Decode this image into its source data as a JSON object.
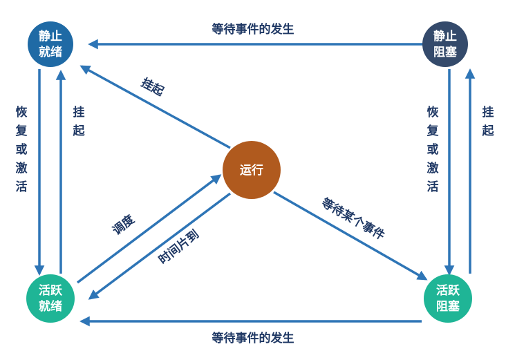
{
  "nodes": {
    "static_ready": {
      "line1": "静止",
      "line2": "就绪",
      "color": "#1f6aa5"
    },
    "static_blocked": {
      "line1": "静止",
      "line2": "阻塞",
      "color": "#344a6b"
    },
    "running": {
      "label": "运行",
      "color": "#b05a1e"
    },
    "active_ready": {
      "line1": "活跃",
      "line2": "就绪",
      "color": "#1fb596"
    },
    "active_blocked": {
      "line1": "活跃",
      "line2": "阻塞",
      "color": "#1fb596"
    }
  },
  "edges": {
    "top": "等待事件的发生",
    "bottom": "等待事件的发生",
    "suspend_running": "挂起",
    "left_down": [
      "恢",
      "复",
      "或",
      "激",
      "活"
    ],
    "left_up": [
      "挂",
      "起"
    ],
    "right_down": [
      "恢",
      "复",
      "或",
      "激",
      "活"
    ],
    "right_up": [
      "挂",
      "起"
    ],
    "dispatch": "调度",
    "timeslice": "时间片到",
    "wait_event": "等待某个事件"
  },
  "colors": {
    "arrow": "#2e75b6",
    "label": "#1f3864"
  }
}
